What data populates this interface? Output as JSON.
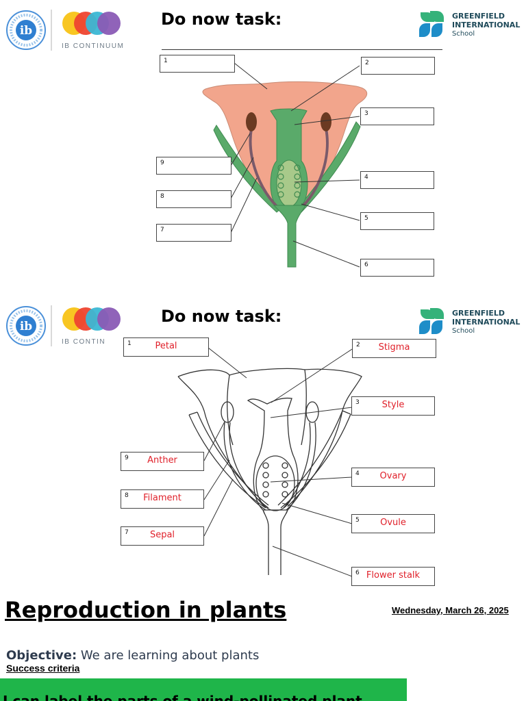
{
  "slide1": {
    "title": "Do now task:",
    "logo_ib_text": "IB CONTINUUM",
    "logo_ib_letters": "ib",
    "logo_school_line1": "GREENFIELD",
    "logo_school_line2": "INTERNATIONAL",
    "logo_school_line3": "School",
    "box_numbers": [
      "1",
      "2",
      "3",
      "4",
      "5",
      "6",
      "7",
      "8",
      "9"
    ]
  },
  "slide2": {
    "title": "Do now task:",
    "logo_ib_text": "IB CONTIN",
    "logo_ib_letters": "ib",
    "logo_school_line1": "GREENFIELD",
    "logo_school_line2": "INTERNATIONAL",
    "logo_school_line3": "School",
    "labels": [
      {
        "num": "1",
        "text": "Petal"
      },
      {
        "num": "2",
        "text": "Stigma"
      },
      {
        "num": "3",
        "text": "Style"
      },
      {
        "num": "4",
        "text": "Ovary"
      },
      {
        "num": "5",
        "text": "Ovule"
      },
      {
        "num": "6",
        "text": "Flower stalk"
      },
      {
        "num": "7",
        "text": "Sepal"
      },
      {
        "num": "8",
        "text": "Filament"
      },
      {
        "num": "9",
        "text": "Anther"
      }
    ]
  },
  "slide3": {
    "heading": "Reproduction in plants",
    "date": "Wednesday, March 26, 2025",
    "objective_label": "Objective:",
    "objective_text": " We are learning about plants",
    "success_criteria": "Success criteria",
    "criterion": "I can label the parts of a wind-pollinated plant"
  },
  "colors": {
    "petal_fill": "#f2a58c",
    "green_fill": "#5aaa6a",
    "anther_fill": "#6b3a22",
    "bar_green": "#1fb54a",
    "label_red": "#e0202a"
  }
}
